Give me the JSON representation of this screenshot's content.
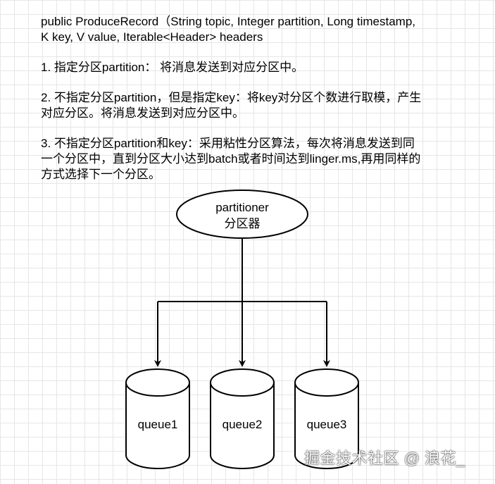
{
  "description_lines": [
    "public ProduceRecord（String topic, Integer partition, Long timestamp,",
    "K key, V value, Iterable<Header> headers",
    "",
    "1. 指定分区partition： 将消息发送到对应分区中。",
    "",
    "2. 不指定分区partition，但是指定key：将key对分区个数进行取模，产生",
    "对应分区。将消息发送到对应分区中。",
    "",
    "3. 不指定分区partition和key：采用粘性分区算法，每次将消息发送到同",
    "一个分区中，直到分区大小达到batch或者时间达到linger.ms,再用同样的",
    "方式选择下一个分区。"
  ],
  "diagram": {
    "partitioner": {
      "line1": "partitioner",
      "line2": "分区器"
    },
    "queues": [
      {
        "label": "queue1"
      },
      {
        "label": "queue2"
      },
      {
        "label": "queue3"
      }
    ],
    "stroke_color": "#000000",
    "fill_color": "#ffffff"
  },
  "watermark": "掘金技术社区 @ 浪花_"
}
